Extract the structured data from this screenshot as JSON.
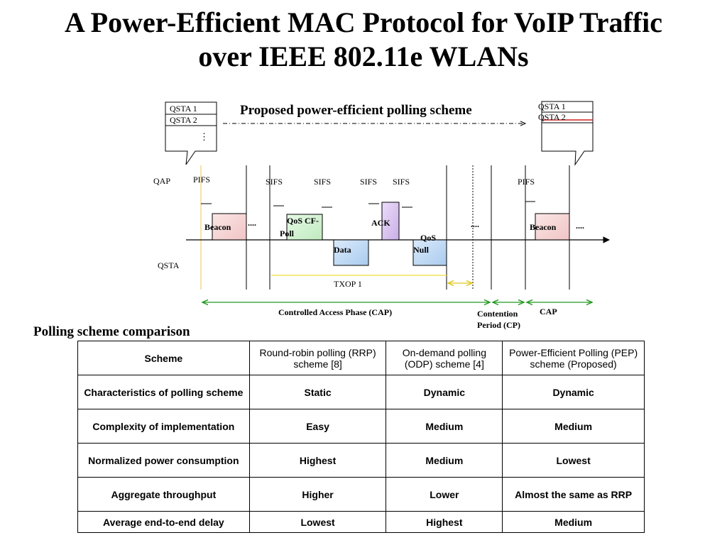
{
  "title": {
    "line1": "A Power-Efficient MAC Protocol for VoIP Traffic",
    "line2": "over IEEE 802.11e WLANs"
  },
  "diagram": {
    "caption": "Proposed power-efficient polling scheme",
    "left_box": {
      "rows": [
        "QSTA 1",
        "QSTA 2"
      ],
      "more": "⋮"
    },
    "right_box": {
      "rows": [
        "QSTA 1",
        "QSTA 2"
      ]
    },
    "labels": {
      "qap": "QAP",
      "qsta": "QSTA",
      "pifs_1": "PIFS",
      "pifs_2": "PIFS",
      "sifs_1": "SIFS",
      "sifs_2": "SIFS",
      "sifs_3": "SIFS",
      "sifs_4": "SIFS",
      "beacon_1": "Beacon",
      "beacon_2": "Beacon",
      "qos_cf_poll_1": "QoS CF-",
      "qos_cf_poll_2": "Poll",
      "ack": "ACK",
      "data": "Data",
      "qos_null_1": "QoS",
      "qos_null_2": "Null",
      "ellipsis_1": "....",
      "ellipsis_2": "....",
      "ellipsis_3": "....",
      "txop": "TXOP 1",
      "cap_long": "Controlled Access Phase (CAP)",
      "cp_1": "Contention",
      "cp_2": "Period (CP)",
      "cap_short": "CAP"
    },
    "colors": {
      "beacon": "#f6d3d3",
      "qos_cf_poll": "#d2f2d2",
      "ack": "#d9c2f0",
      "data": "#bcd8f4",
      "qos_null": "#bcd8f4",
      "green_arrow": "#229922",
      "yellow": "#f2e25a",
      "red": "#d22020"
    }
  },
  "comparison": {
    "heading": "Polling scheme comparison",
    "headers": [
      "Scheme",
      "Round-robin polling (RRP) scheme [8]",
      "On-demand polling (ODP) scheme [4]",
      "Power-Efficient Polling (PEP) scheme (Proposed)"
    ],
    "rows": [
      [
        "Characteristics of polling scheme",
        "Static",
        "Dynamic",
        "Dynamic"
      ],
      [
        "Complexity of implementation",
        "Easy",
        "Medium",
        "Medium"
      ],
      [
        "Normalized power consumption",
        "Highest",
        "Medium",
        "Lowest"
      ],
      [
        "Aggregate throughput",
        "Higher",
        "Lower",
        "Almost the same as RRP"
      ],
      [
        "Average end-to-end delay",
        "Lowest",
        "Highest",
        "Medium"
      ]
    ]
  }
}
